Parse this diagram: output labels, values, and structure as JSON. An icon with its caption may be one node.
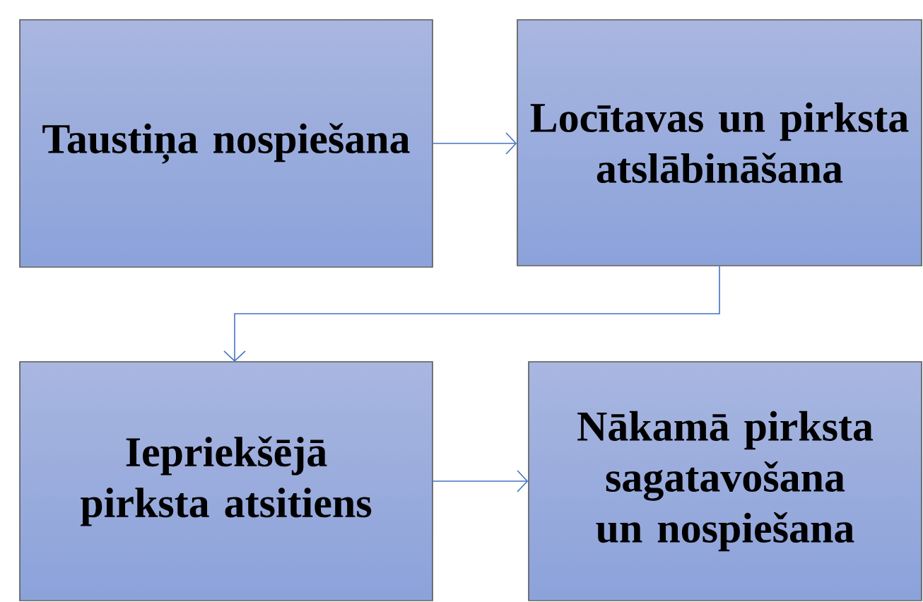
{
  "diagram": {
    "nodes": [
      {
        "text": [
          "Taustiņa nospiešana"
        ]
      },
      {
        "text": [
          "Locītavas un pirksta atslābināšana"
        ]
      },
      {
        "text": [
          "Iepriekšējā pirksta atsitiens"
        ]
      },
      {
        "text": [
          "Nākamā pirksta sagatavošana un nospiešana"
        ]
      }
    ],
    "edges": [
      {
        "from": 0,
        "to": 1,
        "arrow": "to"
      },
      {
        "from": 1,
        "to": 2,
        "arrow": "to"
      },
      {
        "from": 2,
        "to": 3,
        "arrow": "to"
      }
    ]
  }
}
